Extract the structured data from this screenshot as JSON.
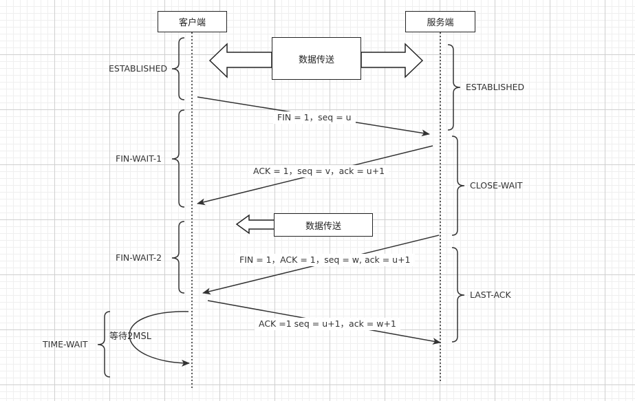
{
  "participants": {
    "client": "客户端",
    "server": "服务端"
  },
  "data_transfer_1": "数据传送",
  "data_transfer_2": "数据传送",
  "client_states": {
    "established": "ESTABLISHED",
    "fin_wait_1": "FIN-WAIT-1",
    "fin_wait_2": "FIN-WAIT-2",
    "time_wait": "TIME-WAIT"
  },
  "server_states": {
    "established": "ESTABLISHED",
    "close_wait": "CLOSE-WAIT",
    "last_ack": "LAST-ACK"
  },
  "messages": {
    "fin1": "FIN = 1，seq = u",
    "ack1": "ACK = 1，seq = v，ack = u+1",
    "fin2": "FIN = 1，ACK = 1，seq = w, ack = u+1",
    "ack2": "ACK =1 seq = u+1，ack = w+1"
  },
  "wait_label": "等待2MSL"
}
